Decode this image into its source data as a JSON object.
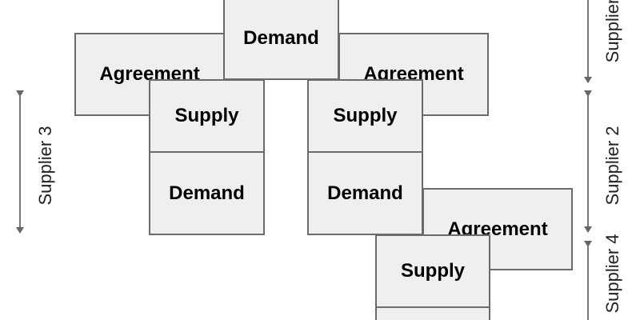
{
  "blocks": {
    "agreement_left": "Agreement",
    "demand_top": "Demand",
    "agreement_right": "Agreement",
    "supply_left": "Supply",
    "demand_left": "Demand",
    "supply_mid": "Supply",
    "demand_mid": "Demand",
    "agreement_bottom": "Agreement",
    "supply_bottom": "Supply",
    "demand_bottom": ""
  },
  "suppliers": {
    "s1": "Supplier",
    "s2": "Supplier 2",
    "s3": "Supplier 3",
    "s4": "Supplier 4"
  },
  "colors": {
    "box_fill": "#efefef",
    "box_border": "#6b6b6b",
    "arrow": "#666666"
  }
}
